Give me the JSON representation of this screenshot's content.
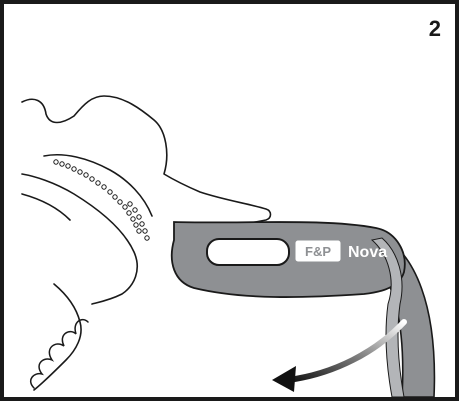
{
  "step": {
    "number": "2"
  },
  "strap": {
    "brand_logo": "F&P",
    "product_name": "Nova"
  },
  "colors": {
    "frame": "#1a1a1a",
    "strap_fill": "#8e9093",
    "strap_inner": "#b3b5b8",
    "outline": "#1a1a1a",
    "arrow": "#111111"
  },
  "icons": {
    "direction": "curved-arrow-down-left-icon"
  }
}
